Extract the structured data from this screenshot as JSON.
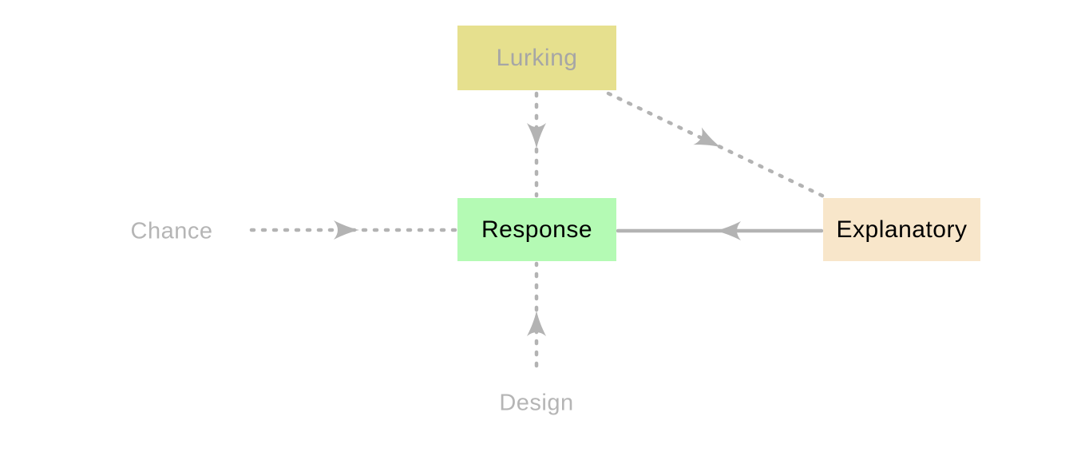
{
  "diagram": {
    "title": "Lurking variable / response / explanatory causal diagram",
    "arrow_color": "#b3b3b3",
    "background_color": "#ffffff",
    "nodes": {
      "lurking": {
        "label": "Lurking",
        "bg": "#e6e08e",
        "text_color": "#a6a6a6"
      },
      "response": {
        "label": "Response",
        "bg": "#b4fab4",
        "text_color": "#000000"
      },
      "explanatory": {
        "label": "Explanatory",
        "bg": "#f8e6ca",
        "text_color": "#000000"
      }
    },
    "labels": {
      "chance": {
        "text": "Chance",
        "color": "#b5b5b5"
      },
      "design": {
        "text": "Design",
        "color": "#b5b5b5"
      }
    },
    "edges": [
      {
        "name": "lurking-to-response",
        "from": "Lurking",
        "to": "Response",
        "style": "dashed",
        "arrowhead": "mid"
      },
      {
        "name": "lurking-to-explanatory",
        "from": "Lurking",
        "to": "Explanatory",
        "style": "dashed",
        "arrowhead": "mid"
      },
      {
        "name": "chance-to-response",
        "from": "Chance",
        "to": "Response",
        "style": "dashed",
        "arrowhead": "mid"
      },
      {
        "name": "explanatory-to-response",
        "from": "Explanatory",
        "to": "Response",
        "style": "solid",
        "arrowhead": "mid"
      },
      {
        "name": "design-to-response",
        "from": "Design",
        "to": "Response",
        "style": "dashed",
        "arrowhead": "mid"
      }
    ]
  }
}
